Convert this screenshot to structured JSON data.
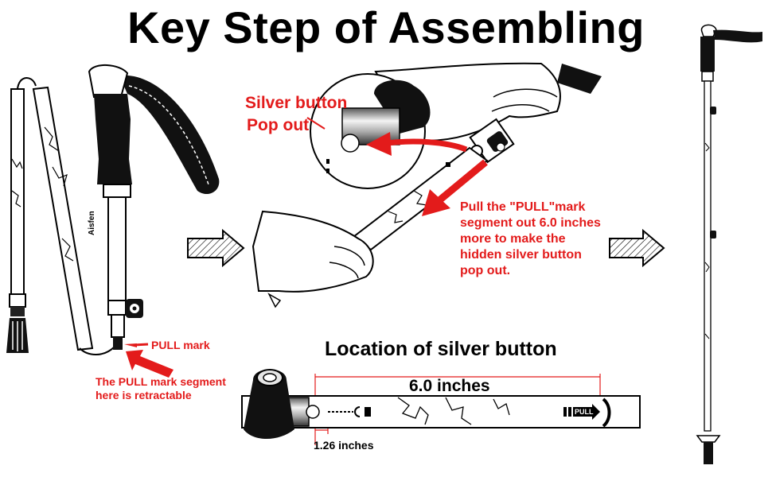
{
  "title": "Key Step of Assembling",
  "brand": "Aisfen",
  "labels": {
    "silver_button": "Silver button",
    "pop_out": "Pop out",
    "pull_instruction_1": "Pull the \"PULL\"mark",
    "pull_instruction_2": "segment out 6.0 inches",
    "pull_instruction_3": "more to make the",
    "pull_instruction_4": "hidden silver button",
    "pull_instruction_5": "pop out.",
    "pull_mark": "PULL mark",
    "retractable_1": "The PULL mark segment",
    "retractable_2": "here is retractable",
    "location_heading": "Location of silver button",
    "six_inches": "6.0 inches",
    "distance_small": "1.26 inches",
    "pull_tag": "PULL"
  },
  "colors": {
    "annotation": "#e31b1b",
    "text": "#000000",
    "grip": "#111111"
  }
}
